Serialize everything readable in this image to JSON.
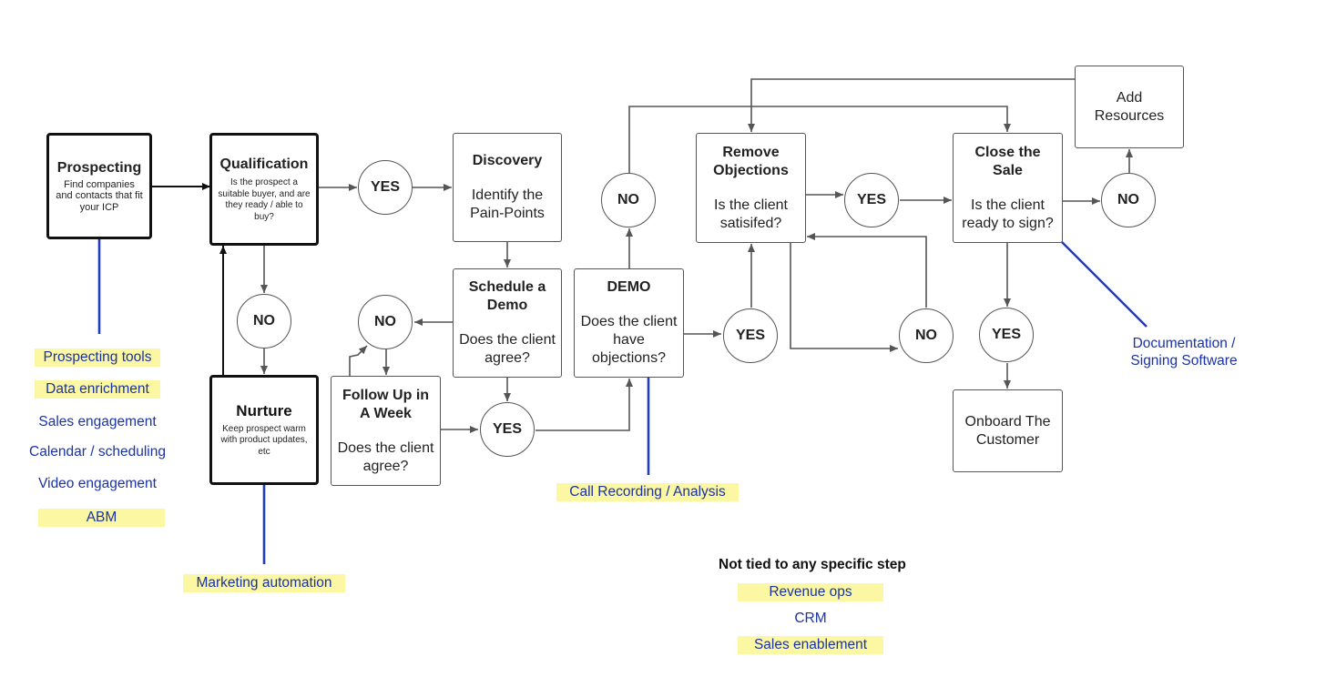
{
  "diagram": {
    "nodes": {
      "prospecting": {
        "title": "Prospecting",
        "body": "Find companies and contacts that fit your ICP"
      },
      "qualification": {
        "title": "Qualification",
        "body": "Is the prospect a suitable buyer, and are they ready / able to buy?"
      },
      "nurture": {
        "title": "Nurture",
        "body": "Keep prospect warm with product updates, etc"
      },
      "discovery": {
        "title": "Discovery",
        "body": "Identify the Pain-Points"
      },
      "schedule_demo": {
        "title": "Schedule a Demo",
        "body": "Does the client agree?"
      },
      "follow_up": {
        "title": "Follow Up in A Week",
        "body": "Does the client agree?"
      },
      "demo": {
        "title": "DEMO",
        "body": "Does the client have objections?"
      },
      "remove_objections": {
        "title": "Remove Objections",
        "body": "Is the client satisifed?"
      },
      "close_sale": {
        "title": "Close the Sale",
        "body": "Is the client ready to sign?"
      },
      "add_resources": {
        "body": "Add Resources"
      },
      "onboard": {
        "body": "Onboard The Customer"
      }
    },
    "decisions": {
      "yes": "YES",
      "no": "NO"
    }
  },
  "tools": {
    "prospecting": [
      "Prospecting tools",
      "Data enrichment",
      "Sales engagement",
      "Calendar / scheduling",
      "Video engagement",
      "ABM"
    ],
    "nurture": [
      "Marketing automation"
    ],
    "demo": [
      "Call Recording / Analysis"
    ],
    "close": [
      "Documentation /",
      "Signing Software"
    ]
  },
  "unassigned": {
    "title": "Not tied to any specific step",
    "items": [
      "Revenue ops",
      "CRM",
      "Sales enablement"
    ]
  },
  "colors": {
    "tool_text": "#1a32a8",
    "highlight": "#fbf7a2",
    "tool_line": "#1f3cc2",
    "connector": "#555555"
  }
}
